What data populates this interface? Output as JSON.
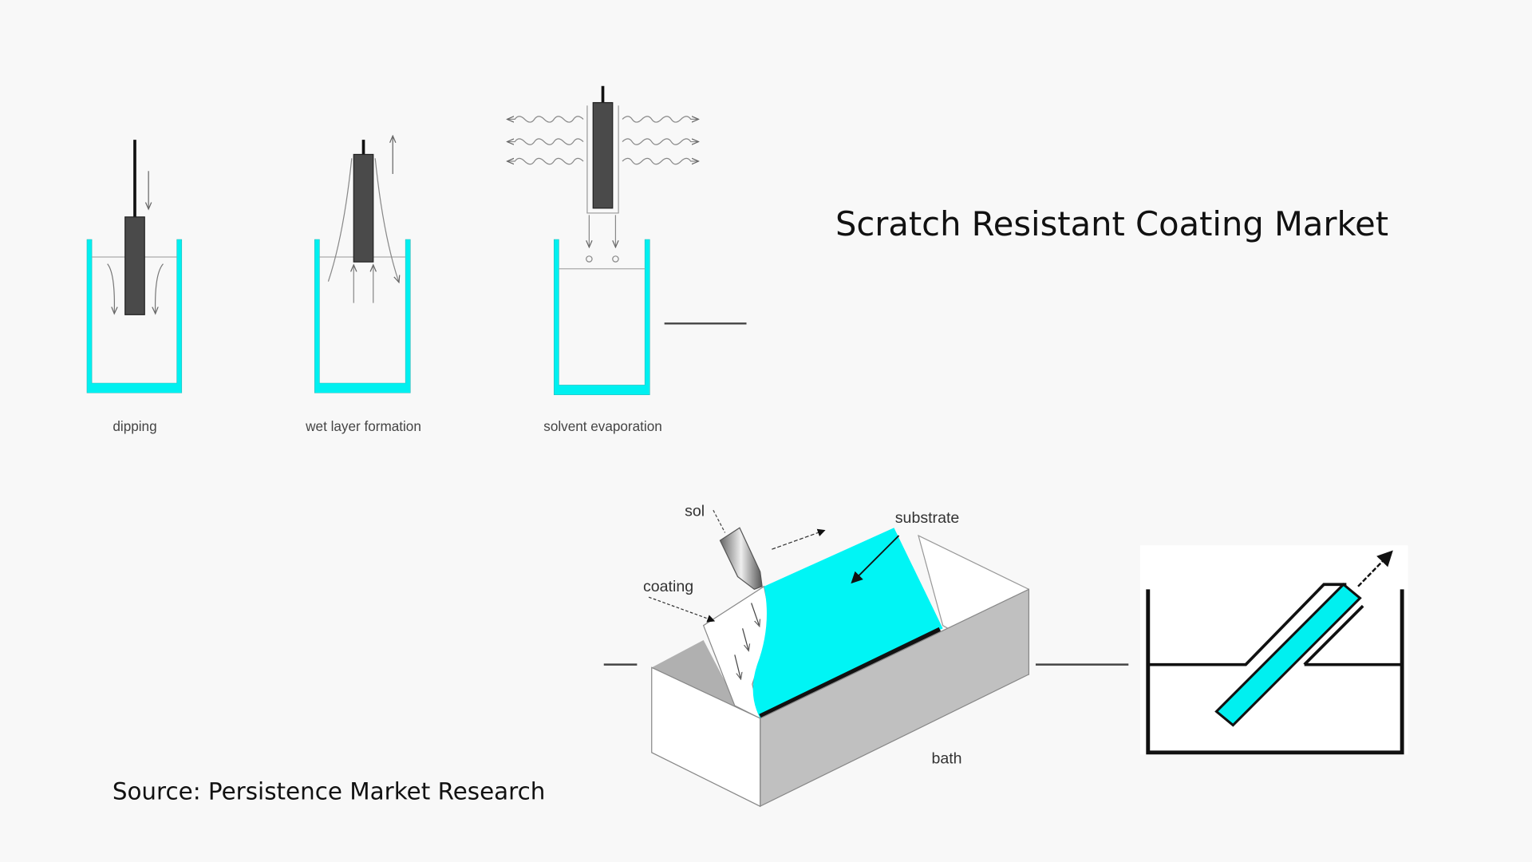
{
  "title": "Scratch Resistant Coating Market",
  "source": "Source: Persistence Market Research",
  "dip_coating": {
    "steps": [
      "dipping",
      "wet layer formation",
      "solvent evaporation"
    ]
  },
  "spin_bath": {
    "labels": {
      "sol": "sol",
      "substrate": "substrate",
      "coating": "coating",
      "bath": "bath"
    }
  },
  "colors": {
    "accent": "#00f0f0",
    "rod": "#4a4a4a",
    "box_side": "#c0c0c0"
  }
}
